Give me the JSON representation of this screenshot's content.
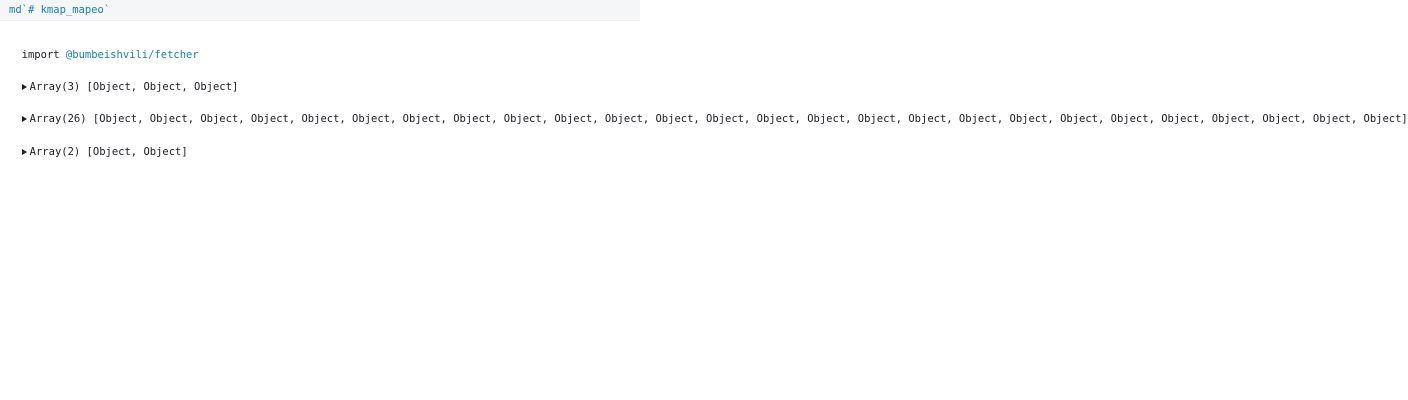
{
  "header": {
    "tag": "md`",
    "content": "# kmap_mapeo`"
  },
  "import_cell": {
    "keyword": "import",
    "module": "@bumbeishvili/fetcher"
  },
  "outputs": [
    {
      "label": "Array(3) [Object, Object, Object]"
    },
    {
      "label": "Array(26) [Object, Object, Object, Object, Object, Object, Object, Object, Object, Object, Object, Object, Object, Object, Object, Object, Object, Object, Object, Object, Object, Object, Object, Object, Object, Object]"
    },
    {
      "label": "Array(2) [Object, Object]"
    }
  ],
  "icons": {
    "toggle": "triangle-right-icon"
  }
}
